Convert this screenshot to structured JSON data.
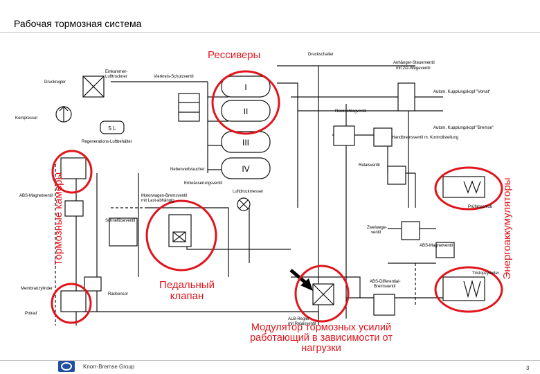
{
  "slide": {
    "title": "Рабочая тормозная система",
    "company": "Knorr-Bremse Group",
    "page_number": "3"
  },
  "annotations": {
    "receivers": "Рессиверы",
    "brake_chambers": "Тормозные камеры",
    "pedal_valve": "Педальный клапан",
    "modulator": "Модулятор тормозных усилий работающий в зависимости от нагрузки",
    "accumulators": "Энергоаккумуляторы"
  },
  "schematic": {
    "druckschalter": "Druckschalter",
    "anhaenger_steuerventil": "Anhänger-Steuerventil",
    "zwei_wegeventil": "mit 2/2-Wegeventil",
    "kupplungskopf_vorrat": "Autom. Kupplungskopf \"Vorrat\"",
    "kupplungskopf_bremse": "Autom. Kupplungskopf \"Bremse\"",
    "einkammer": "Einkammer-",
    "lufttrockner": "Lufttrockner",
    "druckregler": "Druckregler",
    "vierkreis": "Vierkreis-Schutzventil",
    "kompressor": "Kompressor",
    "regeneration": "Regenerations-Luftbehälter",
    "rueckschlagventil": "Rückschlagventil",
    "handbremsventil": "Handbremsventil m. Kontrollstellung",
    "relaisventil": "Relaisventil",
    "nebenverbraucher": "Nebenverbraucher",
    "entwaesserung": "Entwässerungsventil",
    "abs_magnetventil": "ABS-Magnetventil",
    "motorwagen": "Motorwagen-Bremsventil",
    "lastabhaengig": "mit Last-abhängig",
    "luftdruckmesser": "Luftdruckmesser",
    "schnelloese": "Schnellöseventil",
    "pruefanschluss": "Prüfanschluß",
    "zweiwege": "Zweiwege-",
    "ventil": "ventil",
    "abs_magnetventil_2": "ABS-Magnetventil",
    "tristop": "Tristopzylinder",
    "membranzylinder": "Membranzylinder",
    "radsensor": "Radsensor",
    "polrad": "Polrad",
    "abs_differential": "ABS-Differential-",
    "bremsventil": "Bremsventil",
    "alb_regler": "ALB-Regler",
    "mit_relais": "mit Relaisventil",
    "kreis_I": "I",
    "kreis_II": "II",
    "kreis_III": "III",
    "kreis_IV": "IV",
    "vol_5l": "5 L"
  },
  "colors": {
    "annotation_red": "#e0141b",
    "rule_gray": "#c7c7c7",
    "logo_blue": "#1f4ea3"
  }
}
